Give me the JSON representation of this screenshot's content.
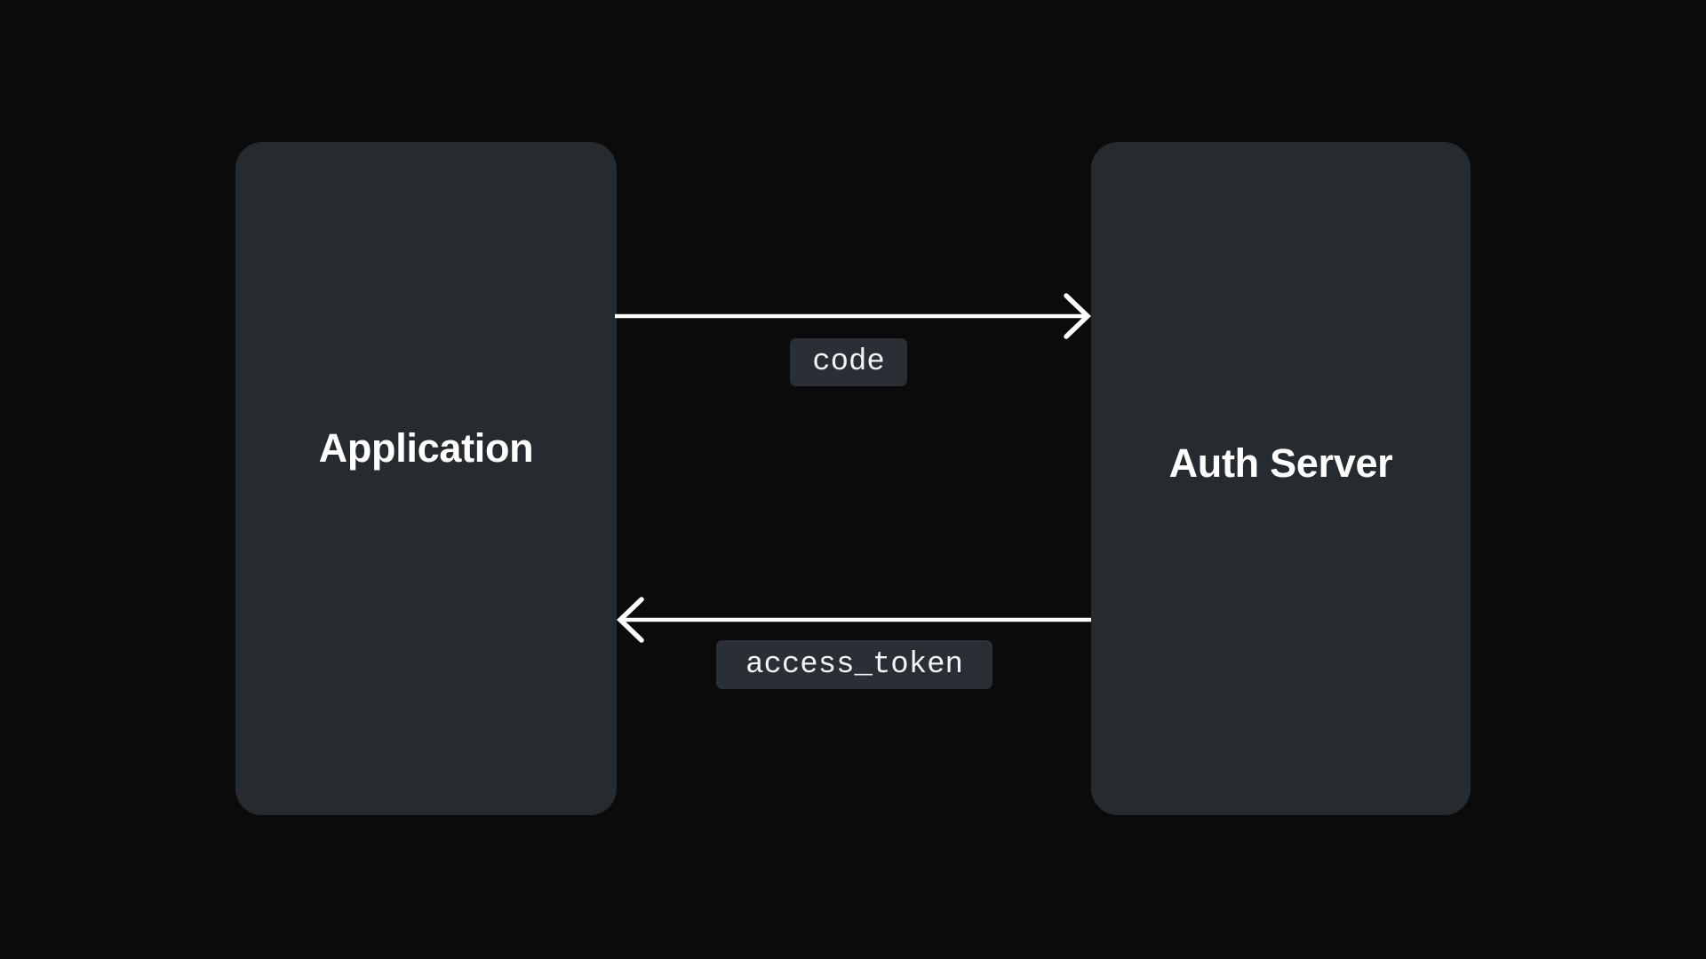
{
  "diagram": {
    "type": "sequence-flow",
    "background_color": "#0b0b0c",
    "node_color": "#262b30",
    "badge_color": "#2a2f36",
    "stroke_color": "#ffffff",
    "nodes": [
      {
        "id": "application",
        "label": "Application"
      },
      {
        "id": "auth-server",
        "label": "Auth Server"
      }
    ],
    "edges": [
      {
        "id": "code-request",
        "from": "application",
        "to": "auth-server",
        "direction": "right",
        "label": "code"
      },
      {
        "id": "token-response",
        "from": "auth-server",
        "to": "application",
        "direction": "left",
        "label": "access_token"
      }
    ]
  },
  "icons": {
    "arrow_right": "arrow-right-icon",
    "arrow_left": "arrow-left-icon"
  }
}
